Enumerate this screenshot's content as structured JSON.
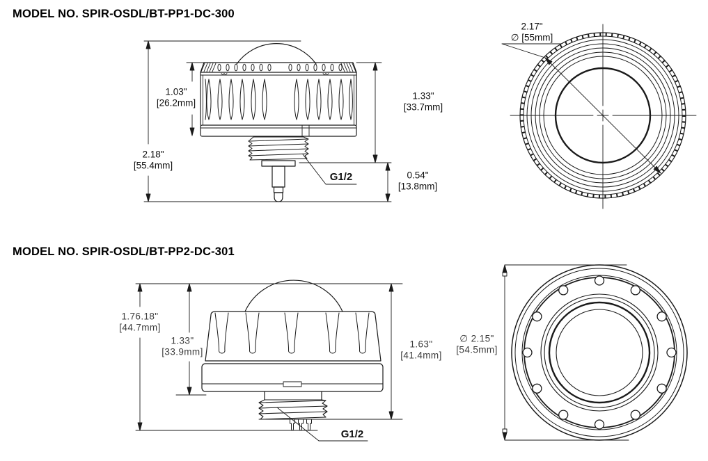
{
  "style": {
    "line_color": "#1a1a1a",
    "background": "#ffffff"
  },
  "drawings": {
    "model1": {
      "title": "MODEL NO. SPIR-OSDL/BT-PP1-DC-300",
      "side": {
        "dim_total": {
          "in": "2.18\"",
          "mm": "[55.4mm]"
        },
        "dim_body": {
          "in": "1.03\"",
          "mm": "[26.2mm]"
        },
        "dim_upper": {
          "in": "1.33\"",
          "mm": "[33.7mm]"
        },
        "dim_stem": {
          "in": "0.54\"",
          "mm": "[13.8mm]"
        },
        "thread_label": "G1/2"
      },
      "top_view": {
        "dia_in": "2.17\"",
        "dia_mm": "∅ [55mm]"
      }
    },
    "model2": {
      "title": "MODEL NO. SPIR-OSDL/BT-PP2-DC-301",
      "side": {
        "dim_total": {
          "in": "1.76.18\"",
          "mm": "[44.7mm]"
        },
        "dim_body": {
          "in": "1.33\"",
          "mm": "[33.9mm]"
        },
        "dim_lower": {
          "in": "1.63\"",
          "mm": "[41.4mm]"
        },
        "thread_label": "G1/2"
      },
      "front_view": {
        "dia_in": "∅ 2.15\"",
        "dia_mm": "[54.5mm]"
      }
    }
  }
}
